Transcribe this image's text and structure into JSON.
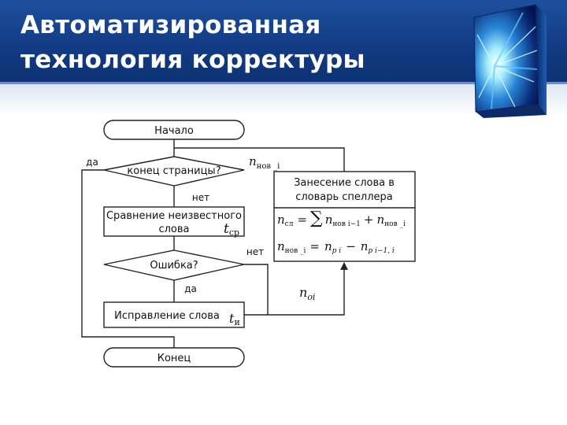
{
  "title": {
    "line1": "Автоматизированная",
    "line2": "технология корректуры"
  },
  "flowchart": {
    "start": "Начало",
    "decision_page_end": "конец страницы?",
    "label_yes_1": "да",
    "label_no_1": "нет",
    "compare_line1": "Сравнение неизвестного",
    "compare_line2": "слова",
    "t_compare": "t",
    "t_compare_sub": "ср",
    "decision_error": "Ошибка?",
    "label_no_2": "нет",
    "label_yes_2": "да",
    "fix_word": "Исправление слова",
    "t_fix": "t",
    "t_fix_sub": "и",
    "end": "Конец",
    "n_new_label": "n",
    "n_new_label_sub": "нов _i",
    "n_oi": "n",
    "n_oi_sub": "oi",
    "speller_line1": "Занесение слова в",
    "speller_line2": "словарь спеллера",
    "formula1_lhs": "n",
    "formula1_lhs_sub": "сл",
    "formula1_eq": "=",
    "formula1_sum": "∑",
    "formula1_term1": "n",
    "formula1_term1_sub": "нов i−1",
    "formula1_plus": "+",
    "formula1_term2": "n",
    "formula1_term2_sub": "нов _i",
    "formula2_lhs": "n",
    "formula2_lhs_sub": "нов _i",
    "formula2_eq": "=",
    "formula2_term1": "n",
    "formula2_term1_sub": "p i",
    "formula2_minus": "−",
    "formula2_term2": "n",
    "formula2_term2_sub": "p i−1, i"
  },
  "colors": {
    "header": "#1a4793",
    "title_text": "#ffffff",
    "diagram_line": "#222222"
  },
  "icons": {
    "logo": "blue-light-burst-cube-icon"
  }
}
